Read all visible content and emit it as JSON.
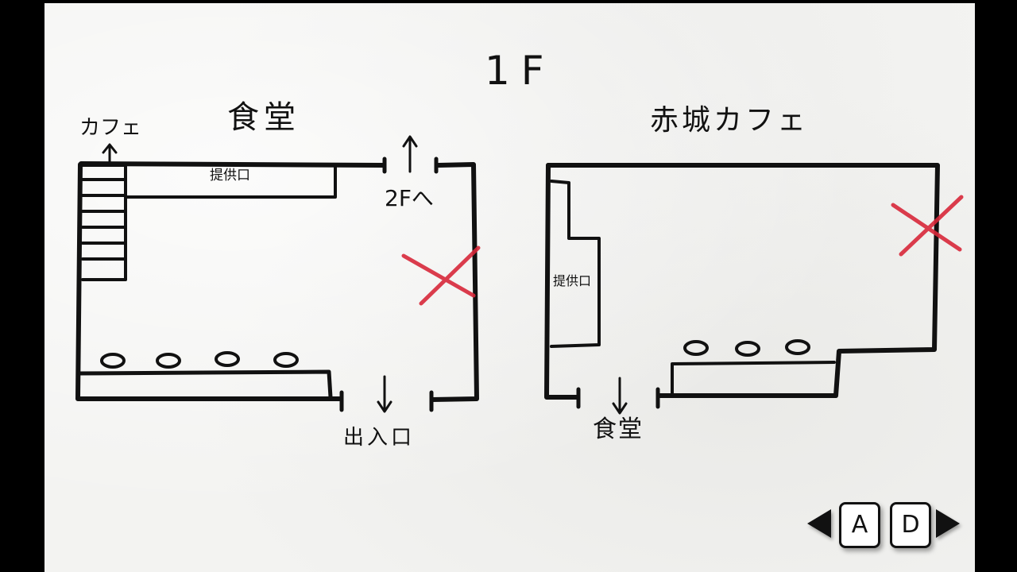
{
  "floor_title": "1F",
  "dining_hall": {
    "title": "食堂",
    "cafe_link_label": "カフェ",
    "counter_label": "提供口",
    "upstairs_label": "2Fへ",
    "entrance_label": "出入口"
  },
  "akagi_cafe": {
    "title": "赤城カフェ",
    "counter_label": "提供口",
    "dining_link_label": "食堂"
  },
  "navigation": {
    "prev_key": "A",
    "next_key": "D"
  },
  "colors": {
    "ink": "#111111",
    "mark": "#d8283a",
    "paper": "#f3f3f1"
  }
}
